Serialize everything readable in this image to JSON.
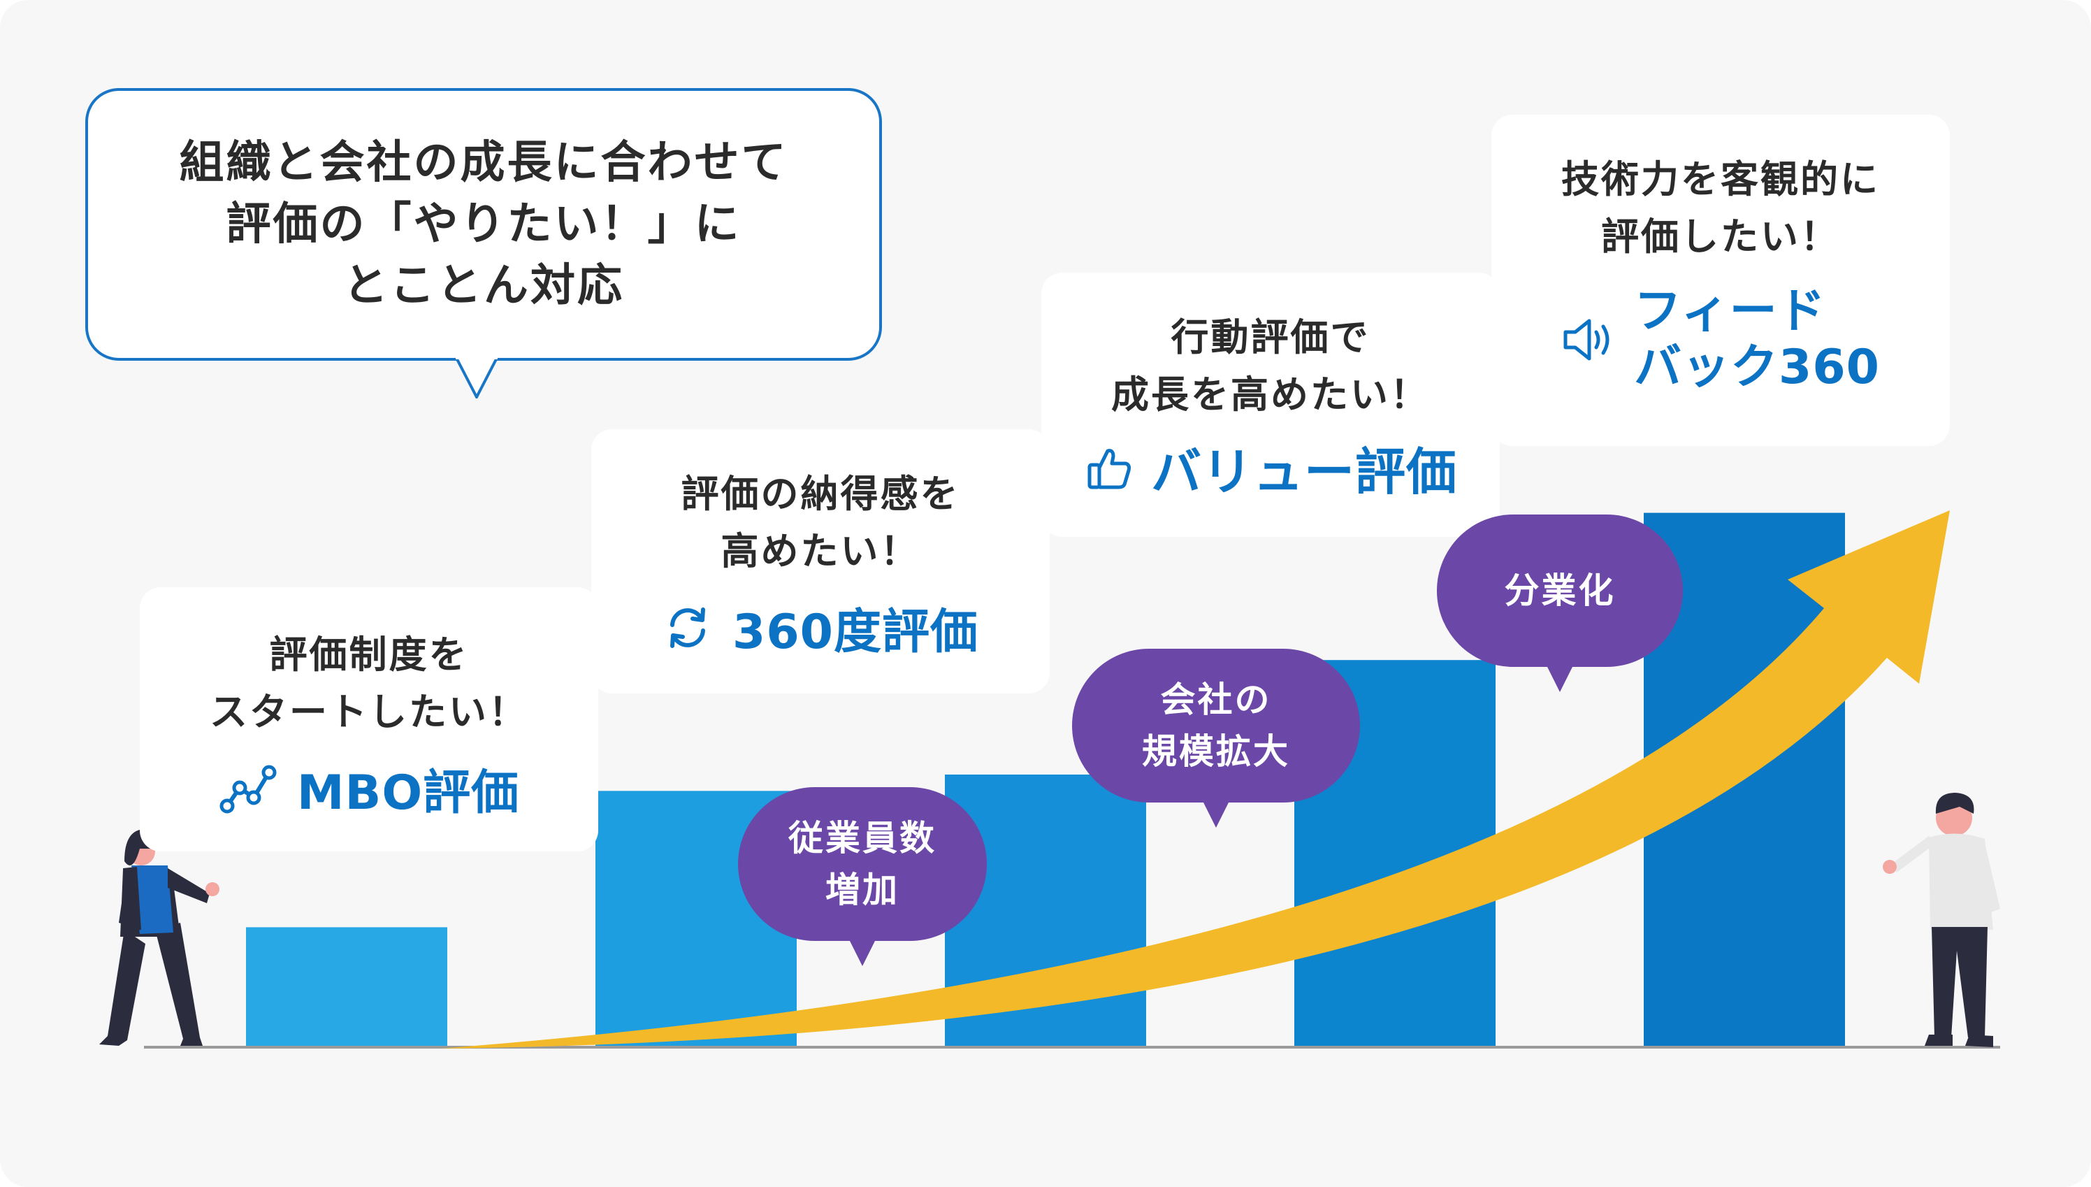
{
  "main_message": {
    "lines": [
      "組織と会社の成長に合わせて",
      "評価の「やりたい！」に",
      "とことん対応"
    ]
  },
  "stages": [
    {
      "desc_lines": [
        "評価制度を",
        "スタートしたい！"
      ],
      "feature": "MBO評価",
      "icon": "chart-line-icon"
    },
    {
      "desc_lines": [
        "評価の納得感を",
        "高めたい！"
      ],
      "feature": "360度評価",
      "icon": "refresh-icon"
    },
    {
      "desc_lines": [
        "行動評価で",
        "成長を高めたい！"
      ],
      "feature": "バリュー評価",
      "icon": "thumbs-up-icon"
    },
    {
      "desc_lines": [
        "技術力を客観的に",
        "評価したい！"
      ],
      "feature_lines": [
        "フィード",
        "バック360"
      ],
      "icon": "megaphone-icon"
    }
  ],
  "growth_bubbles": [
    {
      "lines": [
        "従業員数",
        "増加"
      ]
    },
    {
      "lines": [
        "会社の",
        "規模拡大"
      ]
    },
    {
      "lines": [
        "分業化"
      ]
    }
  ],
  "growth_chart": {
    "relative_heights": [
      0.22,
      0.47,
      0.5,
      0.71,
      0.98
    ],
    "colors": {
      "bars": [
        "#28a8e4",
        "#1d9ee0",
        "#1590d8",
        "#0d84ce",
        "#0a78c4"
      ],
      "arrow": "#f3b928",
      "accent_blue": "#0b72c4",
      "bubble_purple": "#6b48a8",
      "frame_blue": "#1976c7"
    }
  }
}
